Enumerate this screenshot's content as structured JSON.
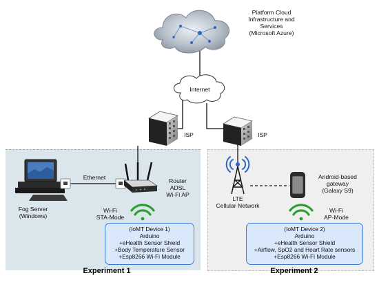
{
  "cloud": {
    "label": "Platform Cloud\nInfrastructure and\nServices\n(Microsoft Azure)"
  },
  "internet": {
    "label": "Internet"
  },
  "isp": {
    "left_label": "ISP",
    "right_label": "ISP"
  },
  "experiment1": {
    "title": "Experiment 1",
    "ethernet_label": "Ethernet",
    "router_label": "Router\nADSL\nWi-Fi AP",
    "fog_server_label": "Fog Server\n(Windows)",
    "wifi_mode_label": "Wi-Fi\nSTA-Mode",
    "device_lines": [
      "(IoMT Device 1)",
      "Arduino",
      "+eHealth Sensor Shield",
      "+Body Temperature Sensor",
      "+Esp8266 Wi-Fi Module"
    ]
  },
  "experiment2": {
    "title": "Experiment 2",
    "lte_label": "LTE\nCellular Network",
    "phone_label": "Android-based\ngateway\n(Galaxy S9)",
    "wifi_mode_label": "Wi-Fi\nAP-Mode",
    "device_lines": [
      "(IoMT Device 2)",
      "Arduino",
      "+eHealth Sensor Shield",
      "+Airflow, SpO2 and Heart Rate sensors",
      "+Esp8266 Wi-Fi Module"
    ]
  },
  "colors": {
    "panel1_bg": "#dae5ec",
    "panel2_bg": "#efefef",
    "device_box_bg": "#d9e8fb",
    "device_box_border": "#3a79d8",
    "wifi_green": "#2ca02c",
    "tower_blue": "#2d63c8"
  }
}
